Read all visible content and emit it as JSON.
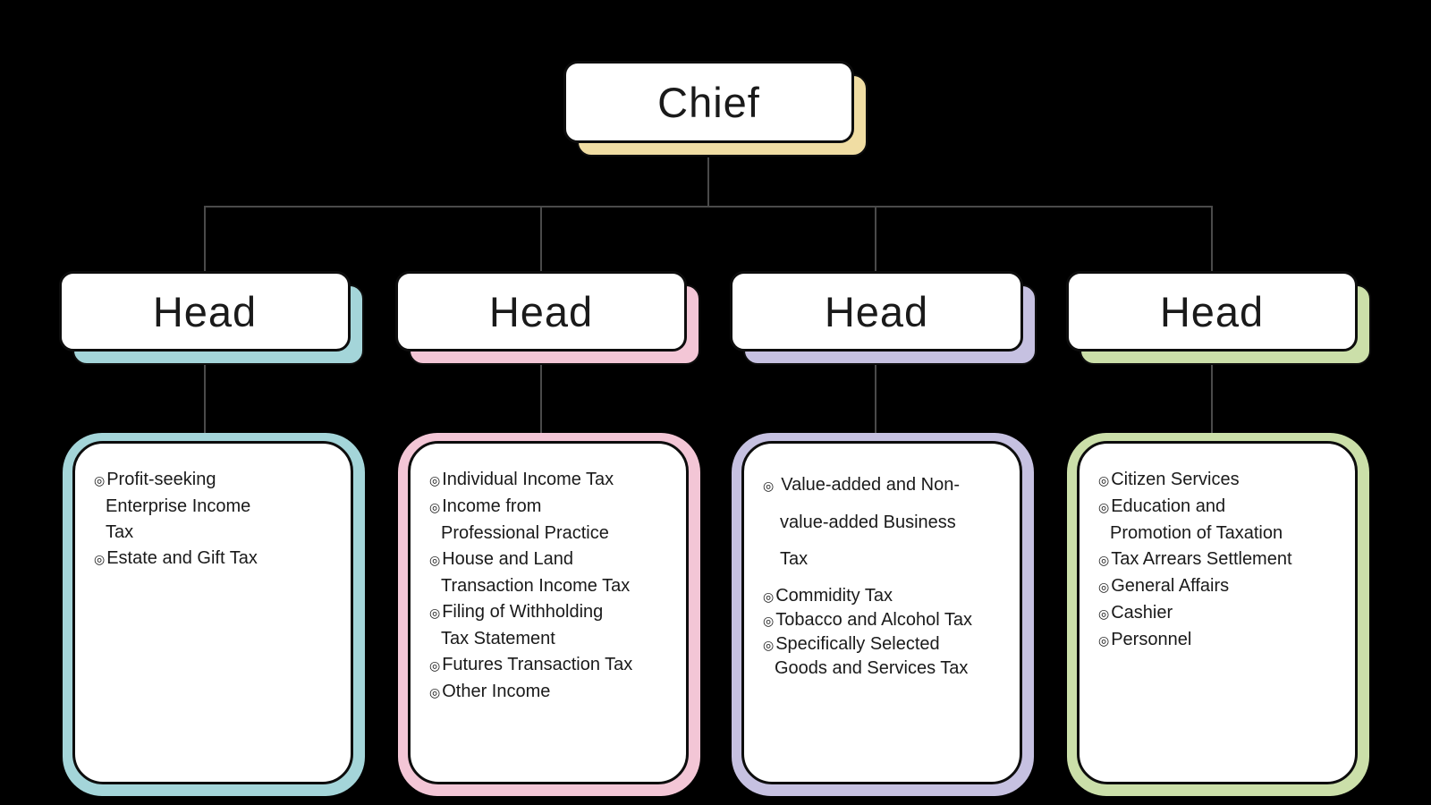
{
  "root": {
    "label": "Chief",
    "color": "#f0dda3"
  },
  "branches": [
    {
      "label": "Head",
      "color": "#a4d5d9",
      "items": [
        "Profit-seeking Enterprise Income Tax",
        "Estate and Gift Tax"
      ]
    },
    {
      "label": "Head",
      "color": "#f3c6d6",
      "items": [
        "Individual Income Tax",
        "Income from Professional Practice",
        "House and Land Transaction Income Tax",
        "Filing of Withholding Tax Statement",
        "Futures Transaction Tax",
        "Other Income"
      ]
    },
    {
      "label": "Head",
      "color": "#c6c1e1",
      "spaced_first_item": true,
      "items": [
        "Value-added and Non-value-added Business Tax",
        "Commidity Tax",
        "Tobacco and Alcohol Tax",
        "Specifically Selected Goods and Services Tax"
      ]
    },
    {
      "label": "Head",
      "color": "#cbdfa9",
      "items": [
        "Citizen Services",
        "Education and Promotion of Taxation",
        "Tax Arrears Settlement",
        "General Affairs",
        "Cashier",
        "Personnel"
      ]
    }
  ],
  "bullet_glyph": "◎",
  "colors": {
    "background": "#000000",
    "box_fill": "#ffffff",
    "box_border": "#0d0d0d",
    "connector": "#4a4a4a",
    "text": "#1a1a1a"
  }
}
